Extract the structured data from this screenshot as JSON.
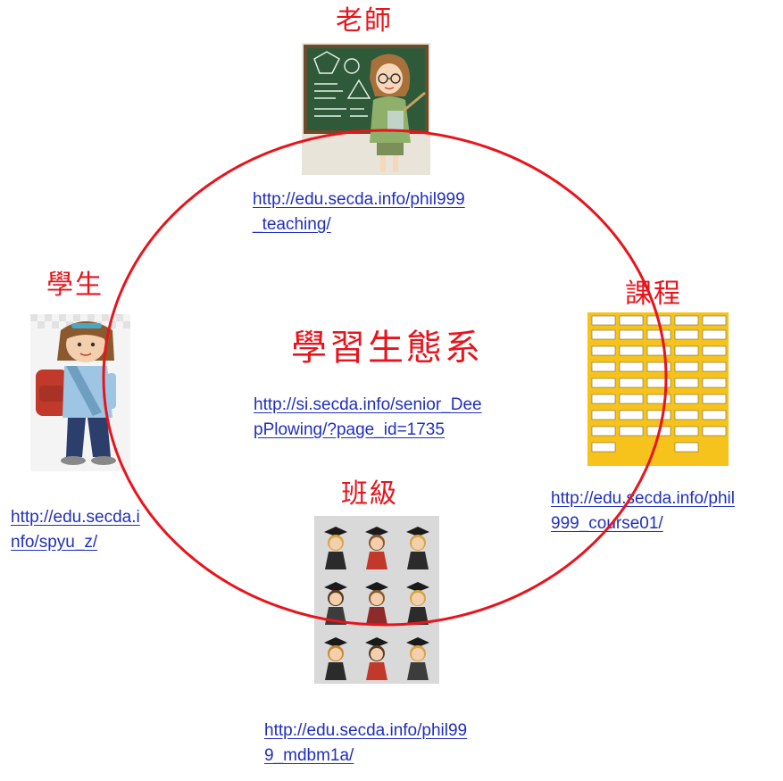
{
  "center": {
    "title": "學習生態系",
    "url_line1": "http://si.secda.info/senior_Dee",
    "url_line2": "pPlowing/?page_id=1735"
  },
  "teacher": {
    "label": "老師",
    "url_line1": "http://edu.secda.info/phil999",
    "url_line2": "_teaching/"
  },
  "student": {
    "label": "學生",
    "url_line1": "http://edu.secda.i",
    "url_line2": "nfo/spyu_z/"
  },
  "course": {
    "label": "課程",
    "url_line1": "http://edu.secda.info/phil",
    "url_line2": "999_course01/"
  },
  "class": {
    "label": "班級",
    "url_line1": "http://edu.secda.info/phil99",
    "url_line2": "9_mdbm1a/"
  },
  "colors": {
    "ring": "#e8141c",
    "link": "#1f2fbf",
    "course_bg": "#f6c21c"
  }
}
